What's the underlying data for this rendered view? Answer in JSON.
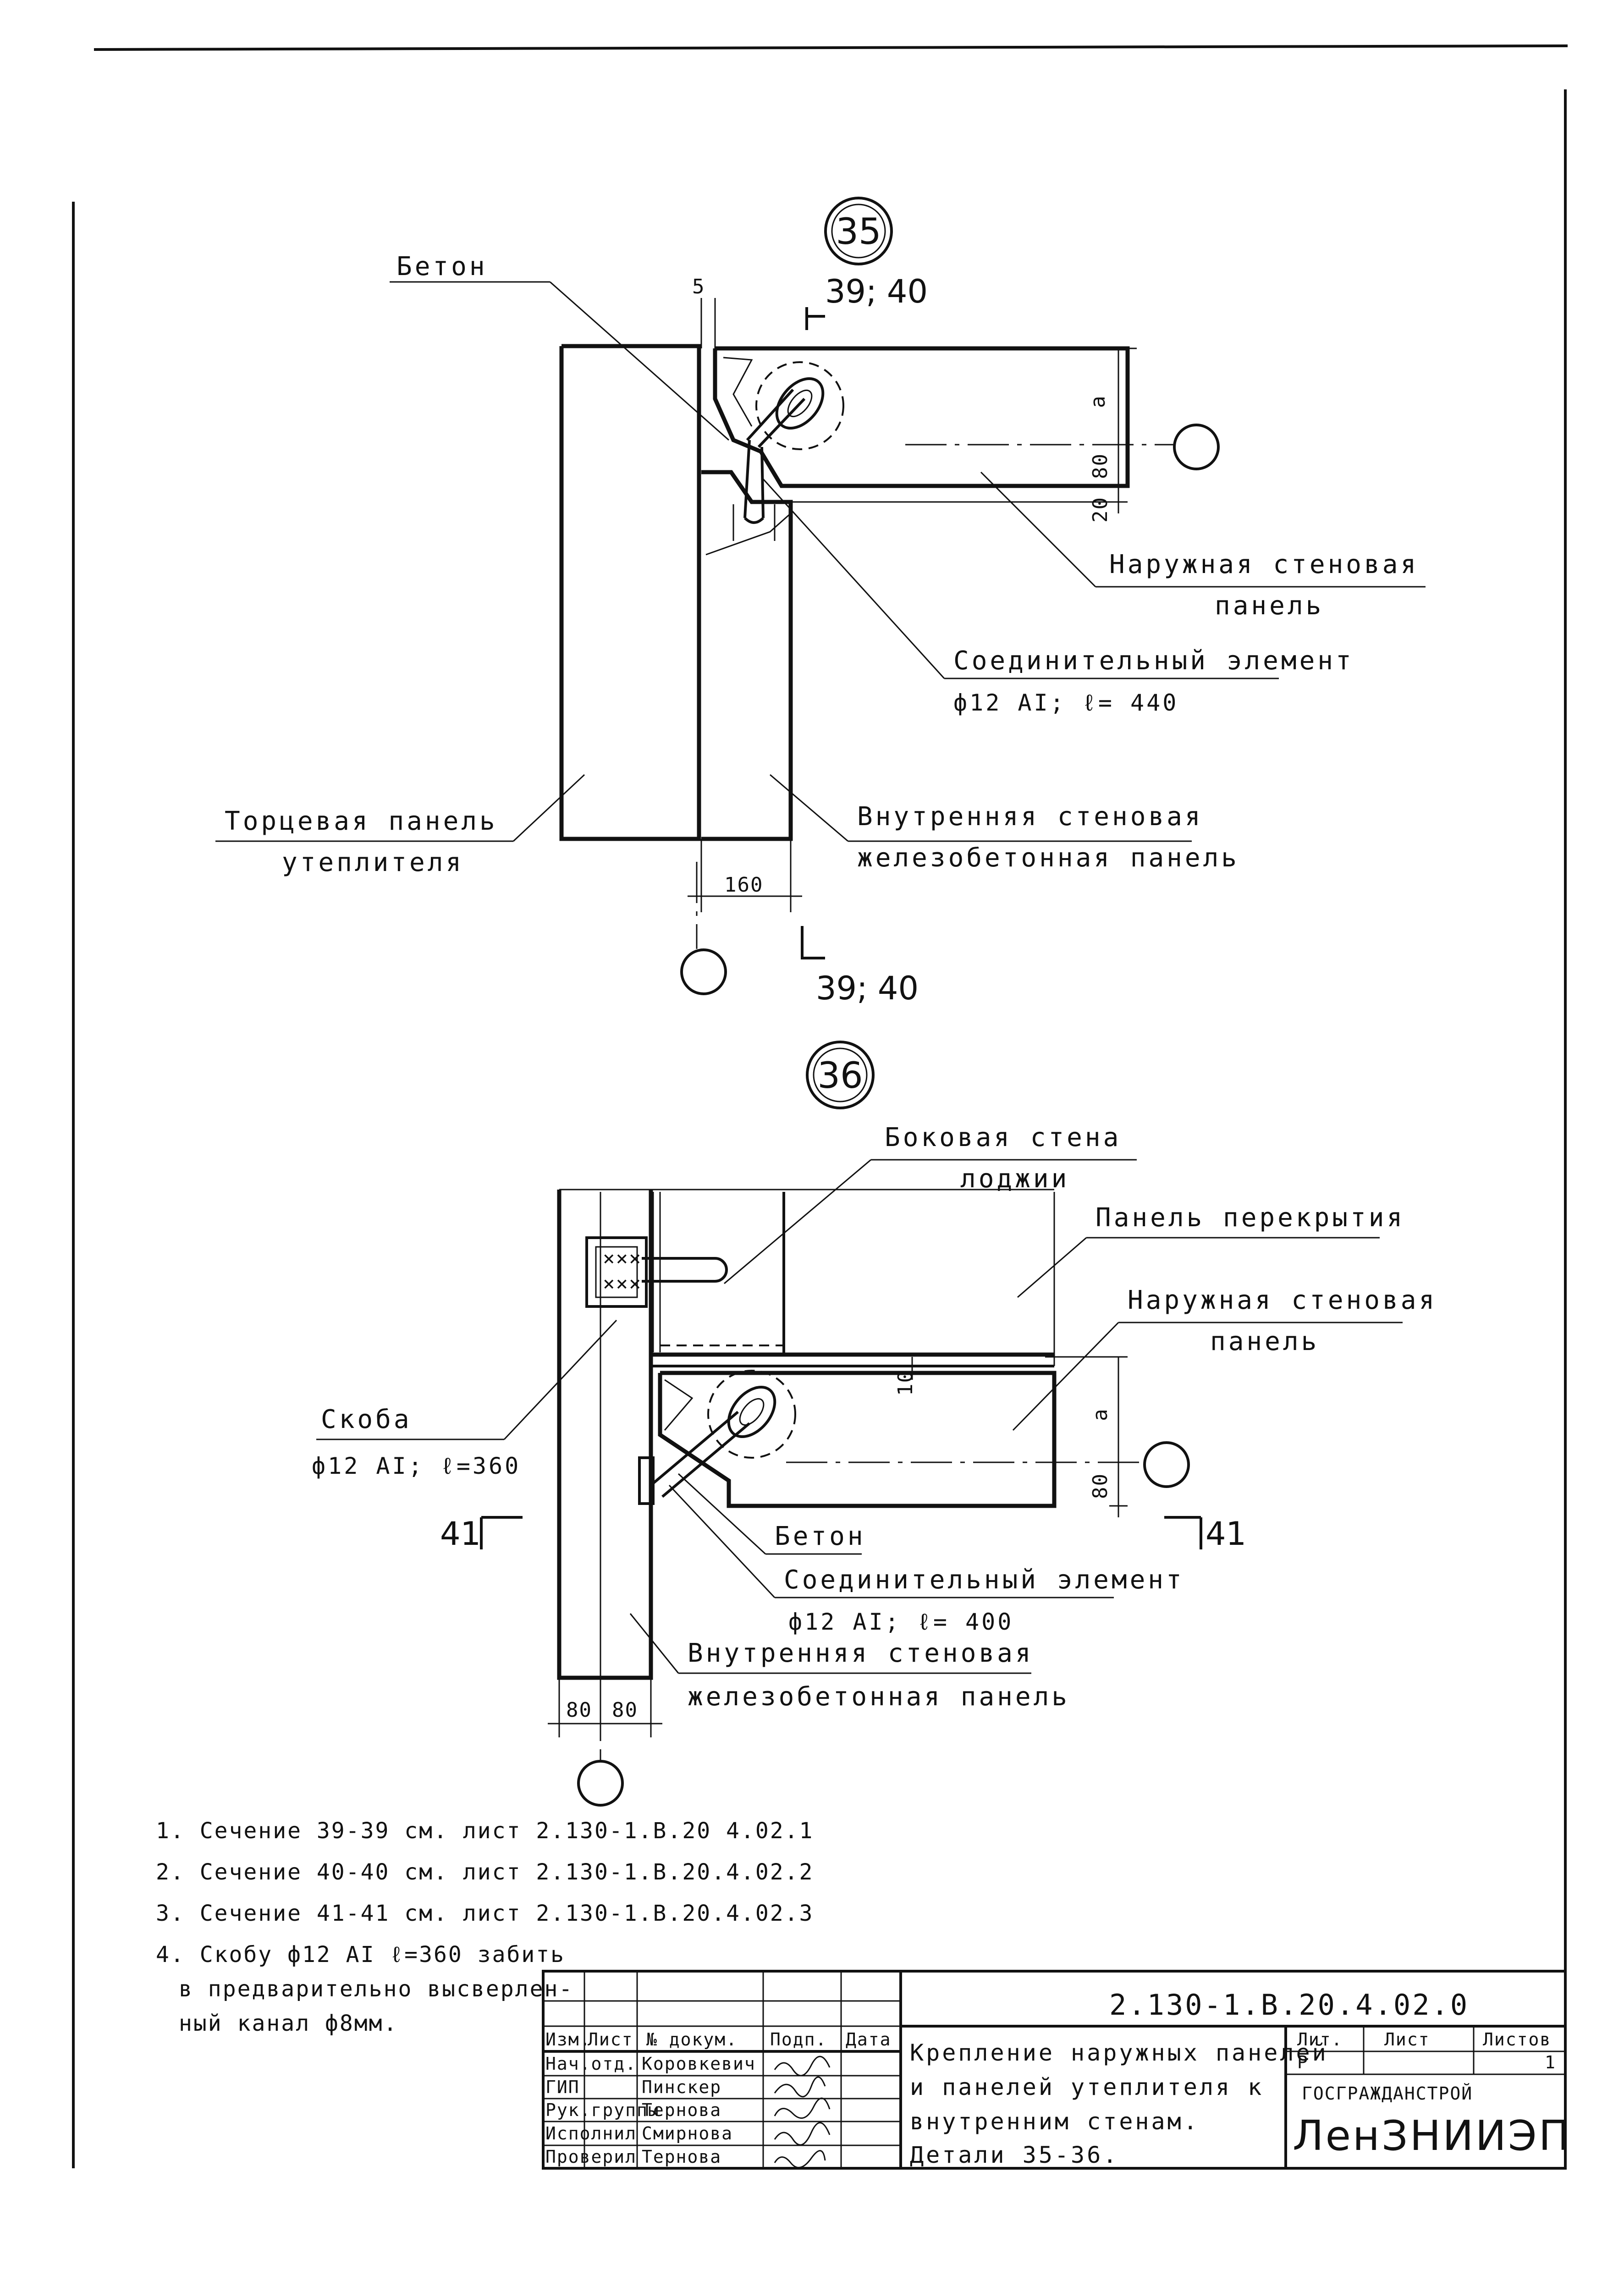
{
  "detail35": {
    "number": "35",
    "label_concrete": "Бетон",
    "gap_dim": "5",
    "section_top": "39; 40",
    "section_bottom": "39; 40",
    "dim_a": "a",
    "dim_80": "80",
    "dim_20": "20",
    "dim_160": "160",
    "outer_panel_line1": "Наружная стеновая",
    "outer_panel_line2": "панель",
    "connector_line1": "Соединительный элемент",
    "connector_line2": "ф12 АI; ℓ= 440",
    "end_panel_line1": "Торцевая панель",
    "end_panel_line2": "утеплителя",
    "inner_panel_line1": "Внутренняя стеновая",
    "inner_panel_line2": "железобетонная панель"
  },
  "detail36": {
    "number": "36",
    "loggia_line1": "Боковая стена",
    "loggia_line2": "лоджии",
    "slab_label": "Панель перекрытия",
    "outer_panel_line1": "Наружная стеновая",
    "outer_panel_line2": "панель",
    "bracket_line1": "Скоба",
    "bracket_line2": "ф12 АI; ℓ=360",
    "section_left": "41",
    "section_right": "41",
    "dim_10": "10",
    "dim_a": "a",
    "dim_80_right": "80",
    "label_concrete": "Бетон",
    "connector_line1": "Соединительный элемент",
    "connector_line2": "ф12 АI; ℓ= 400",
    "inner_panel_line1": "Внутренняя стеновая",
    "inner_panel_line2": "железобетонная панель",
    "dim_80_a": "80",
    "dim_80_b": "80"
  },
  "notes": [
    "1. Сечение 39-39 см. лист 2.130-1.В.20 4.02.1",
    "2. Сечение 40-40 см. лист 2.130-1.В.20.4.02.2",
    "3. Сечение 41-41 см. лист 2.130-1.В.20.4.02.3",
    "4. Скобу ф12 АI ℓ=360 забить",
    "в предварительно высверлен-",
    "ный канал ф8мм."
  ],
  "title_block": {
    "code": "2.130-1.В.20.4.02.0",
    "header_cols": [
      "Изм.",
      "Лист",
      "№ докум.",
      "Подп.",
      "Дата"
    ],
    "rows": [
      {
        "role": "Нач.отд.",
        "name": "Коровкевич"
      },
      {
        "role": "ГИП",
        "name": "Пинскер"
      },
      {
        "role": "Рук.группы",
        "name": "Тернова"
      },
      {
        "role": "Исполнил",
        "name": "Смирнова"
      },
      {
        "role": "Проверил",
        "name": "Тернова"
      }
    ],
    "title_line1": "Крепление наружных панелей",
    "title_line2": "и панелей утеплителя к",
    "title_line3": "внутренним стенам.",
    "title_line4": "Детали 35-36.",
    "lit_label": "Лит.",
    "sheet_label": "Лист",
    "sheets_label": "Листов",
    "lit_value": "Р",
    "sheets_value": "1",
    "org_line1": "ГОСГРАЖДАНСТРОЙ",
    "org_line2": "ЛенЗНИИЭП"
  }
}
